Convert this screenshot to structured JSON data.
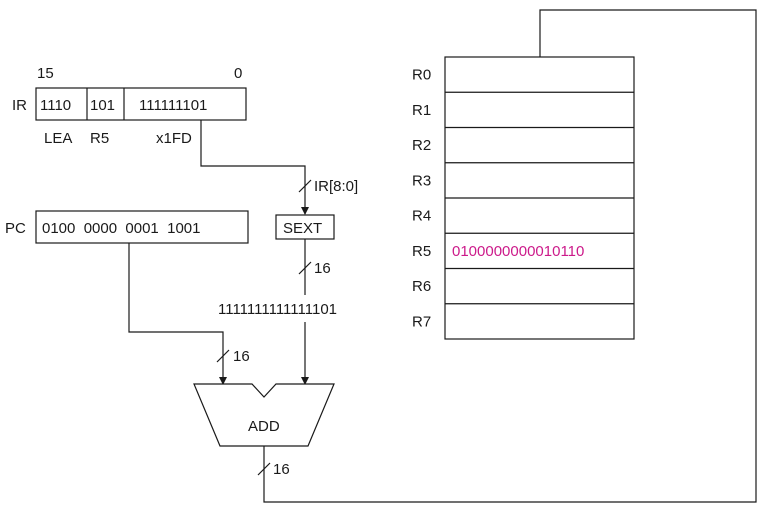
{
  "ir": {
    "label": "IR",
    "bit_high": "15",
    "bit_low": "0",
    "fields": [
      "1110",
      "101",
      "111111101"
    ],
    "field_names": [
      "LEA",
      "R5",
      "x1FD"
    ]
  },
  "pc": {
    "label": "PC",
    "value": "0100  0000  0001  1001"
  },
  "sext": {
    "label": "SEXT",
    "input_label": "IR[8:0]",
    "output_width": "16",
    "output_value": "1111111111111101"
  },
  "adder": {
    "label": "ADD",
    "input_width": "16",
    "output_width": "16"
  },
  "register_file": {
    "registers": [
      {
        "name": "R0",
        "value": ""
      },
      {
        "name": "R1",
        "value": ""
      },
      {
        "name": "R2",
        "value": ""
      },
      {
        "name": "R3",
        "value": ""
      },
      {
        "name": "R4",
        "value": ""
      },
      {
        "name": "R5",
        "value": "0100000000010110"
      },
      {
        "name": "R6",
        "value": ""
      },
      {
        "name": "R7",
        "value": ""
      }
    ]
  },
  "colors": {
    "highlight": "#cc1a8a",
    "line": "#1a1a1a"
  }
}
